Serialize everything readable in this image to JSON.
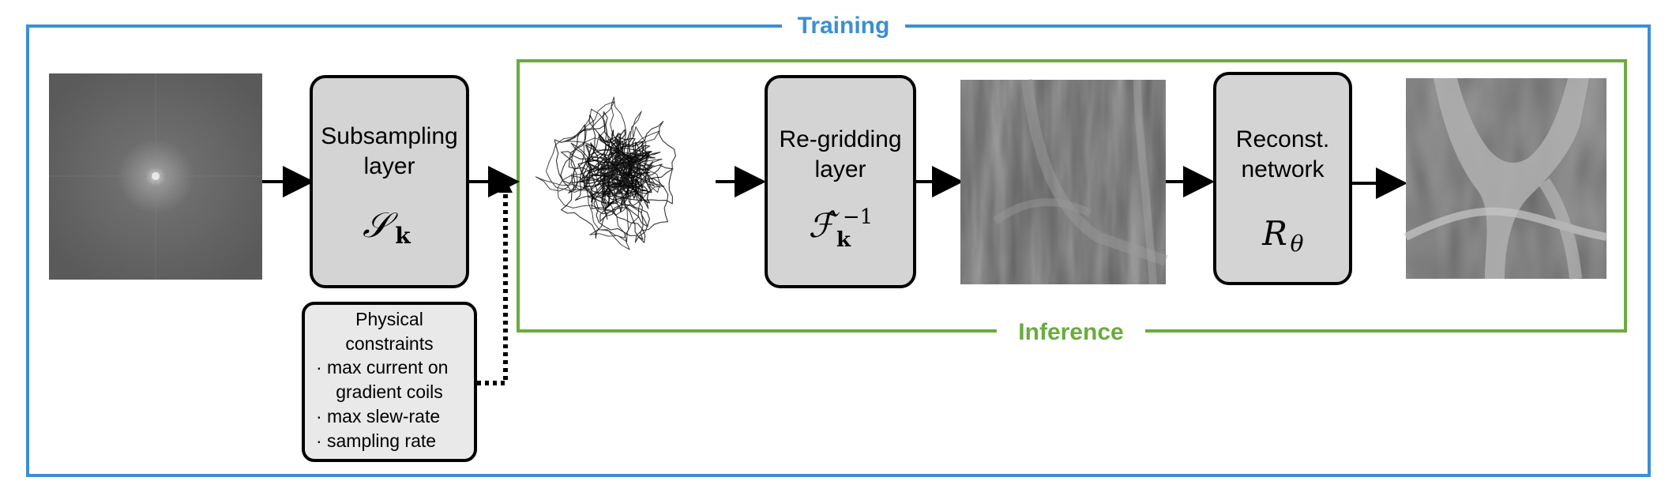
{
  "training": {
    "label": "Training",
    "color": "#3b8fd6"
  },
  "inference": {
    "label": "Inference",
    "color": "#6aab3e"
  },
  "subsampling": {
    "line1": "Subsampling",
    "line2": "layer",
    "symbol": "𝒮",
    "sub": "k"
  },
  "regridding": {
    "line1": "Re-gridding",
    "line2": "layer",
    "symbol": "ℱ̂",
    "sub": "k",
    "sup": "−1"
  },
  "reconst": {
    "line1": "Reconst.",
    "line2": "network",
    "symbol": "R",
    "sub": "θ"
  },
  "constraints": {
    "title1": "Physical",
    "title2": "constraints",
    "items": [
      "max current on",
      "gradient coils",
      "max slew-rate",
      "sampling rate"
    ],
    "bullet": "·"
  },
  "images": {
    "kspace": "k-space-image",
    "trajectory": "sampling-trajectory",
    "aliased": "aliased-reconstruction-image",
    "output": "reconstructed-mri-image"
  },
  "colors": {
    "box_fill": "#d4d4d4",
    "constraint_fill": "#e9e9e9"
  }
}
